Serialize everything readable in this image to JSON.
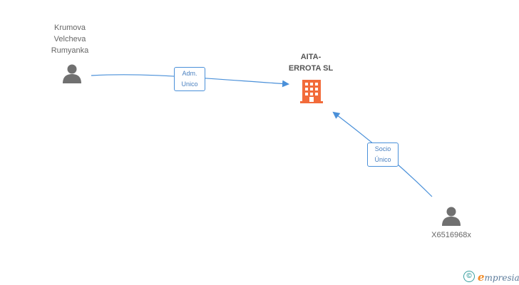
{
  "nodes": {
    "person_1": {
      "name": "Krumova\nVelcheva\nRumyanka",
      "icon": "person-icon"
    },
    "company": {
      "name": "AITA-\nERROTA SL",
      "icon": "building-icon"
    },
    "person_2": {
      "name": "X6516968x",
      "icon": "person-icon"
    }
  },
  "edges": [
    {
      "from": "person_1",
      "to": "company",
      "label": "Adm.\nUnico"
    },
    {
      "from": "person_2",
      "to": "company",
      "label": "Socio\nÚnico"
    }
  ],
  "colors": {
    "edge": "#4a90d9",
    "person_icon": "#707070",
    "company_icon": "#f26b3a",
    "brand_orange": "#f28c28",
    "brand_teal": "#3aa0a0"
  },
  "footer": {
    "copyright_symbol": "©",
    "brand_first_letter": "e",
    "brand_rest": "mpresia"
  }
}
